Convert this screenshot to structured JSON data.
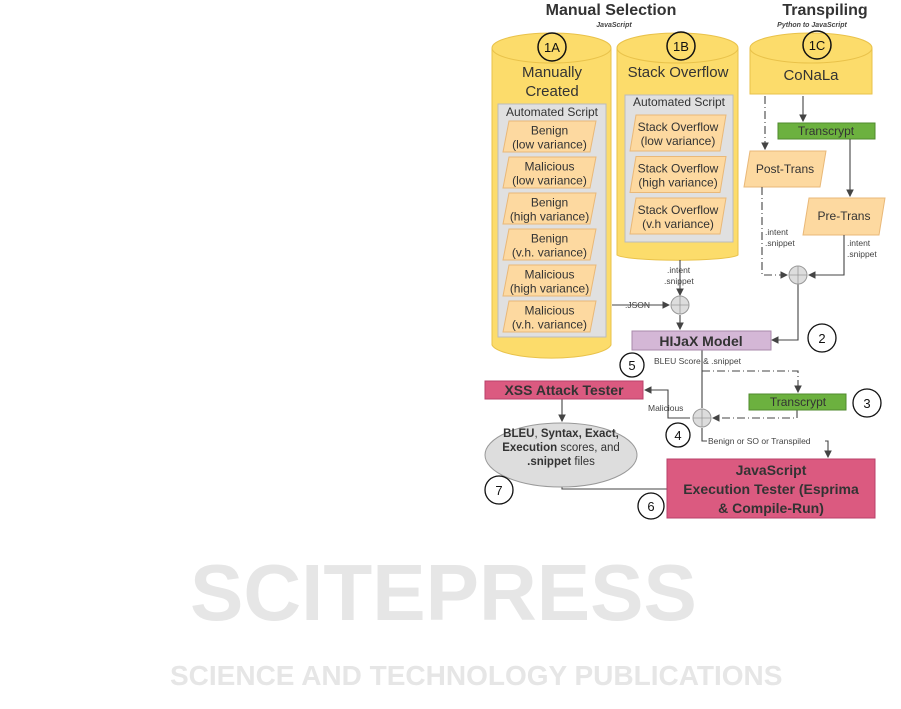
{
  "watermark": {
    "line1": "SCITEPRESS",
    "line2": "SCIENCE AND TECHNOLOGY PUBLICATIONS"
  },
  "manual_selection": {
    "title": "Manual Selection",
    "subtitle": "JavaScript"
  },
  "transpiling": {
    "title": "Transpiling",
    "subtitle": "Python to JavaScript"
  },
  "db_1a": {
    "badge": "1A",
    "label_line1": "Manually",
    "label_line2": "Created",
    "inner_title": "Automated Script",
    "items": [
      [
        "Benign",
        "(low variance)"
      ],
      [
        "Malicious",
        "(low variance)"
      ],
      [
        "Benign",
        "(high variance)"
      ],
      [
        "Benign",
        "(v.h. variance)"
      ],
      [
        "Malicious",
        "(high variance)"
      ],
      [
        "Malicious",
        "(v.h. variance)"
      ]
    ]
  },
  "db_1b": {
    "badge": "1B",
    "label": "Stack Overflow",
    "inner_title": "Automated Script",
    "items": [
      [
        "Stack Overflow",
        "(low variance)"
      ],
      [
        "Stack Overflow",
        "(high variance)"
      ],
      [
        "Stack Overflow",
        "(v.h variance)"
      ]
    ]
  },
  "db_1c": {
    "badge": "1C",
    "label": "CoNaLa"
  },
  "transcrypt_top": "Transcrypt",
  "post_trans": "Post-Trans",
  "pre_trans": "Pre-Trans",
  "edge_labels": {
    "intent": ".intent",
    "snippet": ".snippet",
    "json": ".JSON",
    "bleu_snippet": "BLEU Score & .snippet",
    "malicious": "Malicious",
    "benign_so": "Benign or SO or Transpiled"
  },
  "hijax_model": "HIJaX Model",
  "xss_tester": "XSS Attack Tester",
  "transcrypt_bottom": "Transcrypt",
  "results": {
    "b1": "BLEU",
    ",": ",",
    "b2": "Syntax, Exact,",
    "b3": "Execution",
    "t3": " scores, and",
    "b4": ".snippet",
    "t4": " files"
  },
  "js_tester": {
    "line1": "JavaScript",
    "line2": "Execution Tester (Esprima",
    "line3": "& Compile-Run)"
  },
  "steps": {
    "s2": "2",
    "s3": "3",
    "s4": "4",
    "s5": "5",
    "s6": "6",
    "s7": "7"
  },
  "colors": {
    "cylinder": "#fcdc6b",
    "parallelogram": "#fdd9a0",
    "inner": "#e0e0e0",
    "green": "#6cb13f",
    "purple": "#d4b7d6",
    "pink": "#db5a80"
  }
}
